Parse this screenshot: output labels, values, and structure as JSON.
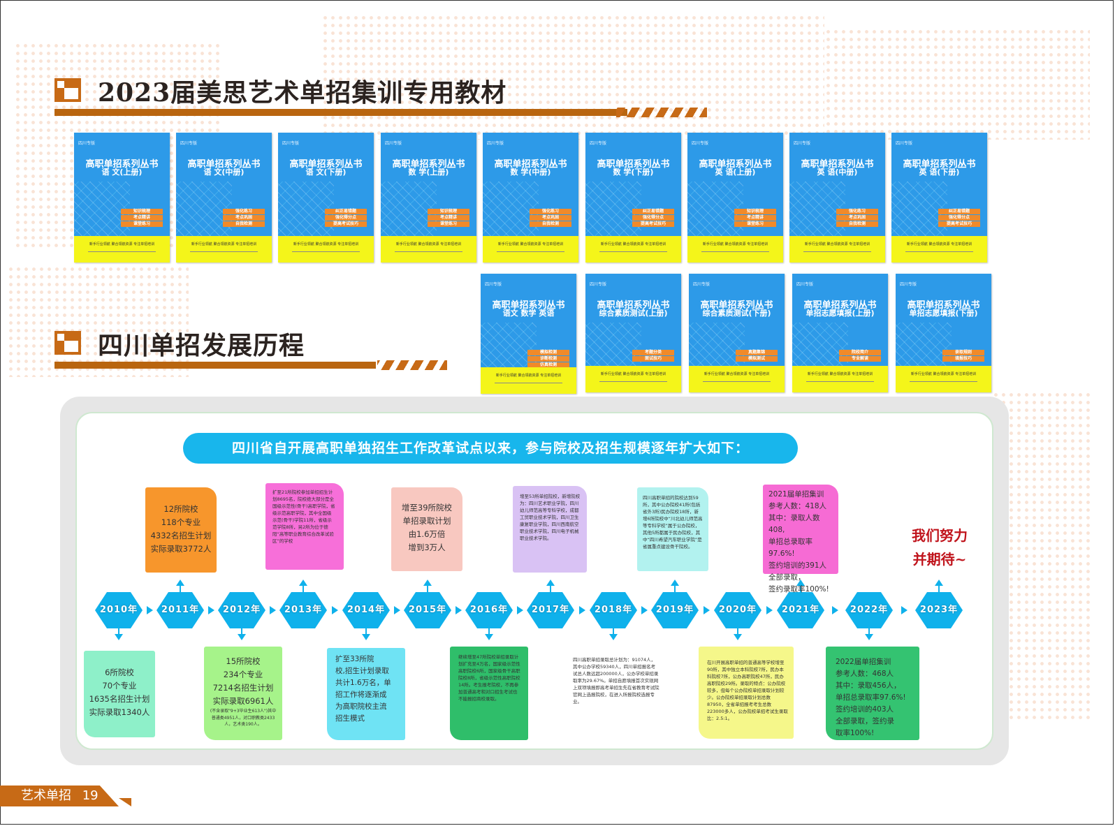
{
  "section1": {
    "title": "2023届美思艺术单招集训专用教材"
  },
  "section2": {
    "title": "四川单招发展历程"
  },
  "books": [
    {
      "pub": "四川专版",
      "series": "高职单招系列丛书",
      "subject": "语 文(上册)",
      "tags": [
        "知识梳理",
        "考点精讲",
        "课堂练习"
      ],
      "footer": "新手行业领航  聚合领航资源  专注单招培训"
    },
    {
      "pub": "四川专版",
      "series": "高职单招系列丛书",
      "subject": "语 文(中册)",
      "tags": [
        "强化练习",
        "考点巩固",
        "自我检测"
      ],
      "footer": "新手行业领航  聚合领航资源  专注单招培训"
    },
    {
      "pub": "四川专版",
      "series": "高职单招系列丛书",
      "subject": "语 文(下册)",
      "tags": [
        "纠正易错题",
        "强化得分点",
        "提高考试技巧"
      ],
      "footer": "新手行业领航  聚合领航资源  专注单招培训"
    },
    {
      "pub": "四川专版",
      "series": "高职单招系列丛书",
      "subject": "数 学(上册)",
      "tags": [
        "知识梳理",
        "考点精讲",
        "课堂练习"
      ],
      "footer": "新手行业领航  聚合领航资源  专注单招培训"
    },
    {
      "pub": "四川专版",
      "series": "高职单招系列丛书",
      "subject": "数 学(中册)",
      "tags": [
        "强化练习",
        "考点巩固",
        "自我检测"
      ],
      "footer": "新手行业领航  聚合领航资源  专注单招培训"
    },
    {
      "pub": "四川专版",
      "series": "高职单招系列丛书",
      "subject": "数 学(下册)",
      "tags": [
        "纠正易错题",
        "强化得分点",
        "提高考试技巧"
      ],
      "footer": "新手行业领航  聚合领航资源  专注单招培训"
    },
    {
      "pub": "四川专版",
      "series": "高职单招系列丛书",
      "subject": "英 语(上册)",
      "tags": [
        "知识梳理",
        "考点精讲",
        "课堂练习"
      ],
      "footer": "新手行业领航  聚合领航资源  专注单招培训"
    },
    {
      "pub": "四川专版",
      "series": "高职单招系列丛书",
      "subject": "英 语(中册)",
      "tags": [
        "强化练习",
        "考点巩固",
        "自我检测"
      ],
      "footer": "新手行业领航  聚合领航资源  专注单招培训"
    },
    {
      "pub": "四川专版",
      "series": "高职单招系列丛书",
      "subject": "英 语(下册)",
      "tags": [
        "纠正易错题",
        "强化得分点",
        "提高考试技巧"
      ],
      "footer": "新手行业领航  聚合领航资源  专注单招培训"
    },
    {
      "pub": "四川专版",
      "series": "高职单招系列丛书",
      "subject": "语文 数学 英语",
      "tags": [
        "模拟检测",
        "诊断检测",
        "仿真检测"
      ],
      "footer": "新手行业领航  聚合领航资源  专注单招培训"
    },
    {
      "pub": "四川专版",
      "series": "高职单招系列丛书",
      "subject": "综合素质测试(上册)",
      "tags": [
        "考题分类",
        "面试技巧"
      ],
      "footer": "新手行业领航  聚合领航资源  专注单招培训"
    },
    {
      "pub": "四川专版",
      "series": "高职单招系列丛书",
      "subject": "综合素质测试(下册)",
      "tags": [
        "真题集锦",
        "模拟测试"
      ],
      "footer": "新手行业领航  聚合领航资源  专注单招培训"
    },
    {
      "pub": "四川专版",
      "series": "高职单招系列丛书",
      "subject": "单招志愿填报(上册)",
      "tags": [
        "院校简介",
        "专业解读"
      ],
      "footer": "新手行业领航  聚合领航资源  专注单招培训"
    },
    {
      "pub": "四川专版",
      "series": "高职单招系列丛书",
      "subject": "单招志愿填报(下册)",
      "tags": [
        "录取规则",
        "填报技巧"
      ],
      "footer": "新手行业领航  聚合领航资源  专注单招培训"
    }
  ],
  "timeline": {
    "banner": "四川省自开展高职单独招生工作改革试点以来，参与院校及招生规模逐年扩大如下：",
    "years": [
      "2010年",
      "2011年",
      "2012年",
      "2013年",
      "2014年",
      "2015年",
      "2016年",
      "2017年",
      "2018年",
      "2019年",
      "2020年",
      "2021年",
      "2022年",
      "2023年"
    ],
    "cards": {
      "y2010": [
        "6所院校",
        "70个专业",
        "1635名招生计划",
        "实际录取1340人"
      ],
      "y2011": [
        "12所院校",
        "118个专业",
        "4332名招生计划",
        "实际录取3772人"
      ],
      "y2012": [
        "15所院校",
        "234个专业",
        "7214名招生计划",
        "实际录取6961人"
      ],
      "y2012_note": "(不含录取\"9+3毕业生613人\")其中普通类4951人，对口职教类2433人，艺术类190人。",
      "y2013": "扩至21所院校参加单招招生计划8695名，院校绝大部分是全国级示范性(骨干)高职学院，省级示范高职学院，其中全国级示范(骨干)学院11所，省级示范学院8所，另2所为位于德阳“高等职业教育综合改革试验区”的学校",
      "y2014": [
        "扩至33所院",
        "校,招生计划录取",
        "共计1.6万名，单",
        "招工作将逐渐成",
        "为高职院校主流",
        "招生模式"
      ],
      "y2015": [
        "增至39所院校",
        "单招录取计划",
        "由1.6万倍",
        "增到3万人"
      ],
      "y2016": "继续增至47所院校单招录取计划扩充至4万名，国家级示范性高职院校6所，国家级骨干高职院校8所，省级示范性高职院校14所。考生报考院校，不再参加普通高考和对口招生考试也不能报招商校录取。",
      "y2017": "增至53所单招院校，新增院校为：四川艺术职业学院，四川幼儿师范高等专科学校，成都工贸职业技术学院，四川卫生康复职业学院，四川西南航空职业技术学院，四川电子机械职业技术学院。",
      "y2018": "四川高职单招录取总计划为：91074人，其中公办学校59340人，四川单招报名考试总人数远超200000人，公办学校单招录取率为29.67%。单招自愿填报首次实现网上双项填报即高考单招生先在省教育考试院官网上选报院校，在进入所报院校选报专业。",
      "y2019": "四川高职单招的院校达到59所，其中公办院校41所(包括省外3所)民办院校18所，新增6所院校中“川北幼儿师范高等专科学校”属于公办院校，其他5所都属于民办院校，其中“四川希望汽车职业学院”是省属重点建设骨干院校。",
      "y2020": "在川开展高职单招的普通高等学校增至90所，其中独立本科院校7所，民办本科院校7所，公办高职院校47所，民办高职院校29所。录取的特点：公办院校较多，但每个公办院校单招录取计划较少。公办院校单招录取计划总数87950，全省单招报考考生总数223000多人，公办院校单招考试生录取比：2.5:1。",
      "y2021": [
        "2021届单招集训",
        "参考人数：418人",
        "其中：录取人数408,",
        "单招总录取率97.6%!",
        "签约培训的391人",
        "全部录取，",
        "签约录取率100%!"
      ],
      "y2022": [
        "2022届单招集训",
        "参考人数：468人",
        "其中：录取456人，",
        "单招总录取率97.6%!",
        "签约培训的403人",
        "全部录取，签约录",
        "取率100%!"
      ]
    },
    "slogan": [
      "我们努力",
      "并期待~"
    ]
  },
  "footer": {
    "label": "艺术单招",
    "page": "19"
  },
  "colors": {
    "accent": "#c76a16",
    "timeline": "#0fb1eb",
    "book": "#2d9ae8",
    "bookFooter": "#f4f51a",
    "slogan": "#c0141c"
  }
}
